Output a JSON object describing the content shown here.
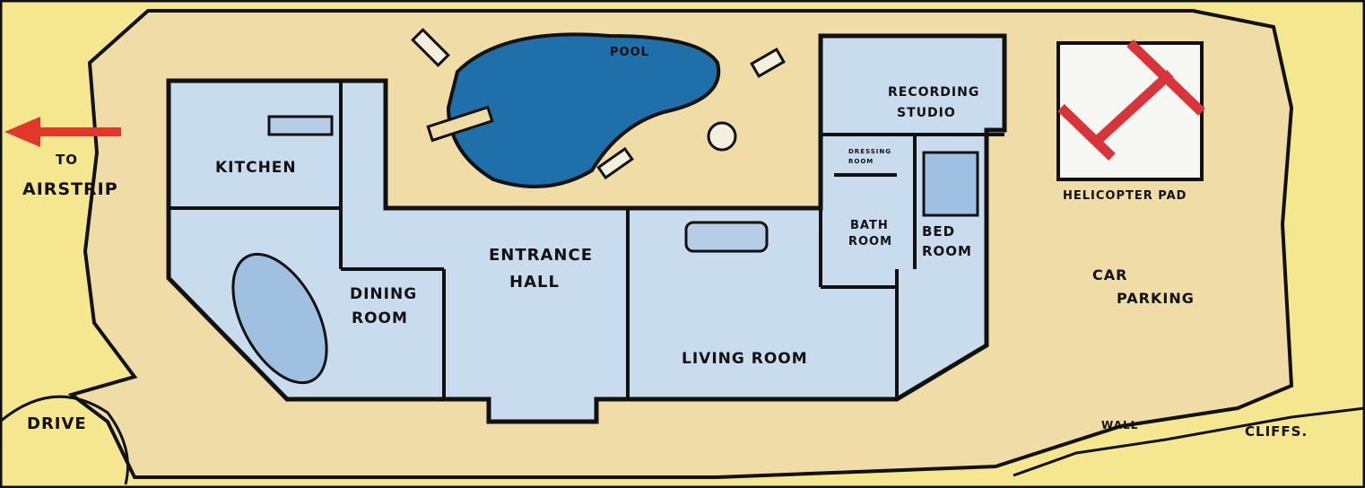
{
  "labels": {
    "pool": "POOL",
    "recording_studio": [
      "RECORDING",
      "STUDIO"
    ],
    "kitchen": "KITCHEN",
    "to_airstrip": [
      "TO",
      "AIRSTRIP"
    ],
    "helicopter_pad": "HELICOPTER PAD",
    "entrance_hall": [
      "ENTRANCE",
      "HALL"
    ],
    "dressing_room": [
      "DRESSING",
      "ROOM"
    ],
    "bath_room": [
      "BATH",
      "ROOM"
    ],
    "bed_room": [
      "BED",
      "ROOM"
    ],
    "dining_room": [
      "DINING",
      "ROOM"
    ],
    "living_room": "LIVING ROOM",
    "car_parking": [
      "CAR",
      "PARKING"
    ],
    "drive": "DRIVE",
    "wall": "WALL",
    "cliffs": "CLIFFS."
  },
  "colors": {
    "ground": "#efdca6",
    "outside": "#f4e78f",
    "rooms": "#c9dcee",
    "pool": "#1f6faa",
    "arrow": "#e0392b",
    "helipad_mark": "#d9343a"
  }
}
